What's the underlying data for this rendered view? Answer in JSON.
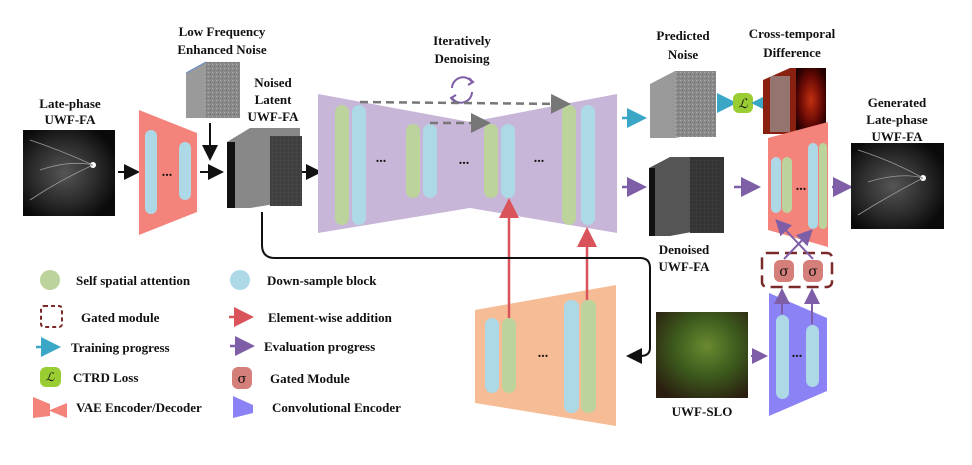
{
  "labels": {
    "input_fa": [
      "Late-phase",
      "UWF-FA"
    ],
    "low_freq_noise": [
      "Low Frequency",
      "Enhanced Noise"
    ],
    "noised_latent": [
      "Noised",
      "Latent",
      "UWF-FA"
    ],
    "iterative": [
      "Iteratively",
      "Denoising"
    ],
    "predicted_noise": [
      "Predicted",
      "Noise"
    ],
    "cross_temporal": [
      "Cross-temporal",
      "Difference"
    ],
    "generated": [
      "Generated",
      "Late-phase",
      "UWF-FA"
    ],
    "denoised": [
      "Denoised",
      "UWF-FA"
    ],
    "slo": "UWF-SLO",
    "ellipsis": "...",
    "loss_symbol": "ℒ",
    "sigma": "σ"
  },
  "legend": [
    {
      "icon": "green-circle",
      "text": "Self spatial attention"
    },
    {
      "icon": "blue-circle",
      "text": "Down-sample block"
    },
    {
      "icon": "dashed-square",
      "text": "Gated module"
    },
    {
      "icon": "red-arrow",
      "text": "Element-wise addition"
    },
    {
      "icon": "teal-arrow",
      "text": "Training progress"
    },
    {
      "icon": "purple-arrow",
      "text": "Evaluation progress"
    },
    {
      "icon": "loss-badge",
      "text": "CTRD Loss"
    },
    {
      "icon": "sigma-badge",
      "text": "Gated Module"
    },
    {
      "icon": "bowtie",
      "text": "VAE Encoder/Decoder"
    },
    {
      "icon": "blue-trapezoid",
      "text": "Convolutional Encoder"
    }
  ],
  "colors": {
    "vae": "#f4837b",
    "unet": "#c8b6d8",
    "cond_encoder": "#f6bc96",
    "conv_encoder": "#8b82f5",
    "attention": "#bcd39c",
    "downsample": "#add8e6",
    "loss": "#9acd32",
    "gate": "#d47f7a",
    "gate_border": "#7b2a2a",
    "train_arrow": "#3aa7c6",
    "eval_arrow": "#7e5ea6",
    "add_arrow": "#d9545a"
  }
}
